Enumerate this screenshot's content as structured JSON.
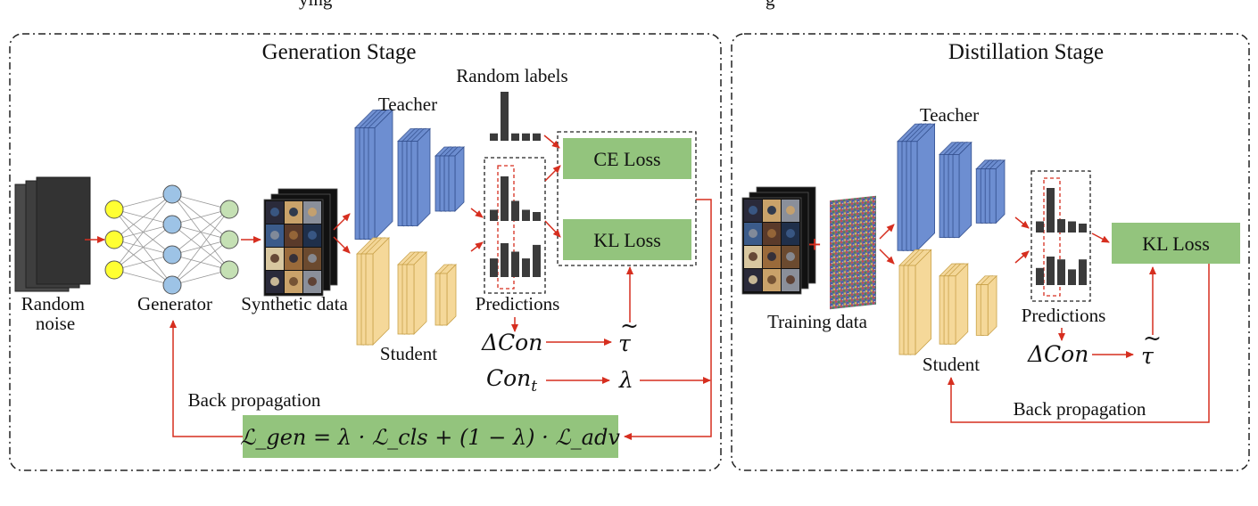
{
  "header_fragment": "ying",
  "header_fragment_right": "g",
  "generation": {
    "title": "Generation Stage",
    "random_noise": [
      "Random",
      "noise"
    ],
    "generator": "Generator",
    "synthetic_data": "Synthetic data",
    "teacher": "Teacher",
    "student": "Student",
    "random_labels": "Random labels",
    "predictions": "Predictions",
    "ce_loss": "CE Loss",
    "kl_loss": "KL Loss",
    "delta_con": "ΔCon",
    "tau": "τ",
    "con_t": "Con",
    "con_t_sub": "t",
    "lambda": "λ",
    "back_propagation": "Back propagation",
    "gen_loss": "ℒ_gen = λ · ℒ_cls + (1 − λ) · ℒ_adv"
  },
  "distillation": {
    "title": "Distillation Stage",
    "teacher": "Teacher",
    "student": "Student",
    "training_data": "Training data",
    "predictions": "Predictions",
    "kl_loss": "KL Loss",
    "delta_con": "ΔCon",
    "tau": "τ",
    "back_propagation": "Back propagation"
  },
  "bars": {
    "random_label": [
      0.15,
      1.0,
      0.15,
      0.15,
      0.15
    ],
    "teacher_pred_gen": [
      0.25,
      1.0,
      0.45,
      0.25,
      0.2
    ],
    "student_pred_gen": [
      0.55,
      1.0,
      0.75,
      0.55,
      0.95
    ],
    "teacher_pred_dist": [
      0.25,
      1.0,
      0.3,
      0.25,
      0.2
    ],
    "student_pred_dist": [
      0.6,
      1.0,
      0.9,
      0.55,
      0.9
    ]
  },
  "colors": {
    "teacher_fill": "#6d8ed1",
    "student_fill": "#f5d899",
    "loss_fill": "#93c47d",
    "arrow": "#d62e1f",
    "bar": "#3b3b3b",
    "generator_yellow": "#ffff33",
    "generator_blue": "#9dc3e6",
    "generator_green": "#c5e0b4"
  }
}
